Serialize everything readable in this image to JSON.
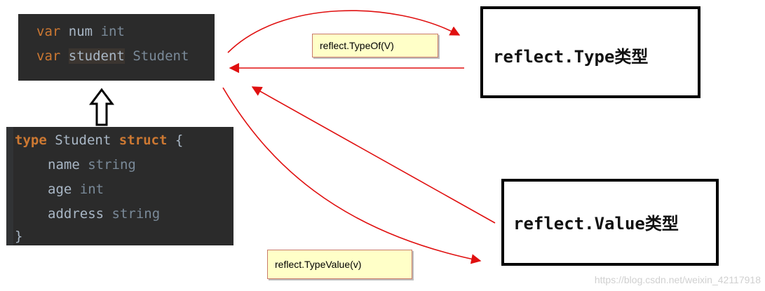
{
  "code_vars": {
    "line1": {
      "kw": "var",
      "name": "num",
      "type": "int"
    },
    "line2": {
      "kw": "var",
      "name": "student",
      "type": "Student"
    }
  },
  "code_struct": {
    "header": {
      "kw": "type",
      "name": "Student",
      "kw2": "struct",
      "brace": "{"
    },
    "fields": [
      {
        "name": "name",
        "type": "string"
      },
      {
        "name": "age",
        "type": "int"
      },
      {
        "name": "address",
        "type": "string"
      }
    ],
    "close": "}"
  },
  "boxes": {
    "type_label": "reflect.Type类型",
    "value_label": "reflect.Value类型"
  },
  "notes": {
    "typeof": "reflect.TypeOf(V)",
    "typevalue": "reflect.TypeValue(v)"
  },
  "watermark": "https://blog.csdn.net/weixin_42117918",
  "colors": {
    "arrow": "#e01010",
    "code_bg": "#2b2b2b",
    "keyword": "#cc7832",
    "identifier": "#a9b7c6",
    "note_bg": "#ffffc8"
  }
}
